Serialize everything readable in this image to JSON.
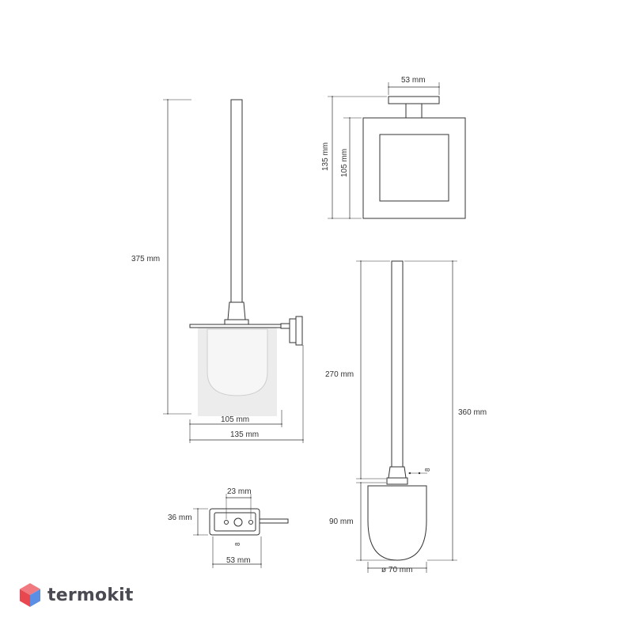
{
  "dimensions": {
    "front_height": "375 mm",
    "front_cup_width": "105 mm",
    "front_total_width": "135 mm",
    "side_plate_width": "53 mm",
    "side_total_height": "135 mm",
    "side_inner_height": "105 mm",
    "brush_handle_length": "270 mm",
    "brush_total_length": "360 mm",
    "brush_head_height": "90 mm",
    "brush_head_diameter": "ø 70 mm",
    "brush_neck_gap": "8",
    "base_hole_spacing": "23 mm",
    "base_height": "36 mm",
    "base_width": "53 mm",
    "base_hole_size": "8"
  },
  "brand": {
    "name": "termokit"
  },
  "colors": {
    "line": "#333333",
    "glass_fill": "#e9e9e9",
    "logo_red": "#e8474f",
    "logo_blue": "#5b8fe6"
  }
}
